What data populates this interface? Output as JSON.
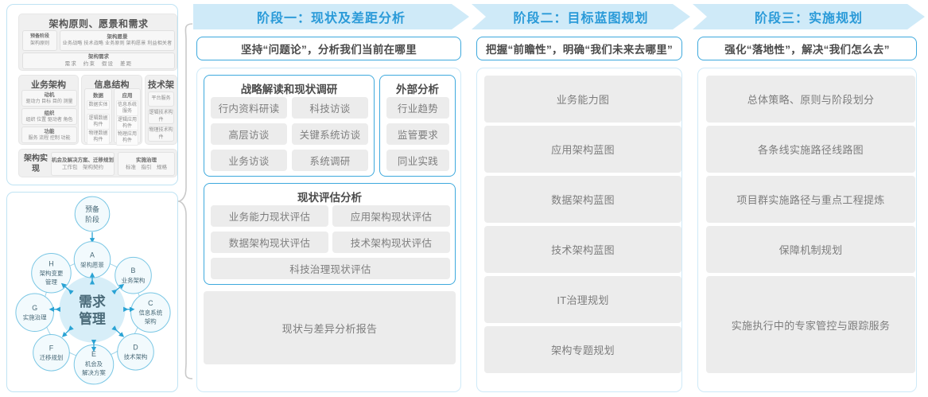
{
  "left_panel": {
    "togaf_framework": {
      "requirements_group": {
        "title": "架构原则、愿景和需求",
        "prep": {
          "title": "预备阶段",
          "items": "架构原则"
        },
        "vision": {
          "title": "架构愿景",
          "items": "业务战略 技术战略 业务原则 架构愿景 利益相关者"
        },
        "arch_req": {
          "title": "架构需求",
          "items": "需求　约束　假设　差距"
        }
      },
      "columns": [
        {
          "title": "业务架构",
          "cells": [
            {
              "title": "动机",
              "items": "驱动力 目标 目的 测量"
            },
            {
              "title": "组织",
              "items": "组织 位置 驱动者 角色"
            },
            {
              "title": "功能",
              "items": "服务 流程 控制 功能"
            }
          ]
        },
        {
          "title": "信息结构",
          "subcolumns": [
            {
              "title": "数据",
              "items": [
                "数据实体",
                "逻辑数据构件",
                "物理数据构件"
              ]
            },
            {
              "title": "应用",
              "items": [
                "信息系统服务",
                "逻辑应用构件",
                "物理应用构件"
              ]
            }
          ]
        },
        {
          "title": "技术架构",
          "cells": [
            {
              "title": "",
              "items": "平台服务"
            },
            {
              "title": "",
              "items": "逻辑技术构件"
            },
            {
              "title": "",
              "items": "物理技术构件"
            }
          ]
        }
      ],
      "realization": {
        "label": "架构实现",
        "boxes": [
          {
            "title": "机会及解决方案、迁移规划",
            "items": "工作包　架构契约"
          },
          {
            "title": "实施治理",
            "items": "标准　指引　规格"
          }
        ]
      }
    },
    "adm_cycle": {
      "center": "需求\n管理",
      "center_line1": "需求",
      "center_line2": "管理",
      "prelim": {
        "line1": "预备",
        "line2": "阶段"
      },
      "nodes": [
        {
          "letter": "A",
          "label": "架构愿景"
        },
        {
          "letter": "B",
          "label": "业务架构"
        },
        {
          "letter": "C",
          "label": "信息系统架构",
          "l1": "信息系统",
          "l2": "架构"
        },
        {
          "letter": "D",
          "label": "技术架构"
        },
        {
          "letter": "E",
          "label": "机会及解决方案",
          "l1": "机会及",
          "l2": "解决方案"
        },
        {
          "letter": "F",
          "label": "迁移规划"
        },
        {
          "letter": "G",
          "label": "实施治理"
        },
        {
          "letter": "H",
          "label": "架构变更管理",
          "l1": "架构变更",
          "l2": "管理"
        }
      ]
    }
  },
  "phases": [
    {
      "banner": "阶段一：现状及差距分析",
      "subtitle": "坚持“问题论”，分析我们当前在哪里",
      "groups": [
        {
          "name": "strategy-research",
          "title": "战略解读和现状调研",
          "chips": [
            "行内资料研读",
            "科技访谈",
            "高层访谈",
            "关键系统访谈",
            "业务访谈",
            "系统调研"
          ]
        },
        {
          "name": "external-analysis",
          "title": "外部分析",
          "chips": [
            "行业趋势",
            "监管要求",
            "同业实践"
          ]
        },
        {
          "name": "current-assessment",
          "title": "现状评估分析",
          "chips": [
            "业务能力现状评估",
            "应用架构现状评估",
            "数据架构现状评估",
            "技术架构现状评估",
            "科技治理现状评估"
          ]
        }
      ],
      "report_chip": "现状与差异分析报告"
    },
    {
      "banner": "阶段二：目标蓝图规划",
      "subtitle": "把握“前瞻性”，明确“我们未来去哪里”",
      "chips": [
        "业务能力图",
        "应用架构蓝图",
        "数据架构蓝图",
        "技术架构蓝图",
        "IT治理规划",
        "架构专题规划"
      ]
    },
    {
      "banner": "阶段三：实施规划",
      "subtitle": "强化“落地性”，解决“我们怎么去”",
      "chips": [
        "总体策略、原则与阶段划分",
        "各条线实施路径线路图",
        "项目群实施路径与重点工程提炼",
        "保障机制规划",
        "实施执行中的专家管控与跟踪服务"
      ]
    }
  ],
  "colors": {
    "banner_bg": "#cfeaf8",
    "banner_text": "#2a9ad8",
    "accent_border": "#3ea9dd",
    "chip_bg": "#ececec",
    "chip_text": "#7d7d7d",
    "cycle_fill": "#f2fafd",
    "cycle_center": "#d7eef8"
  }
}
